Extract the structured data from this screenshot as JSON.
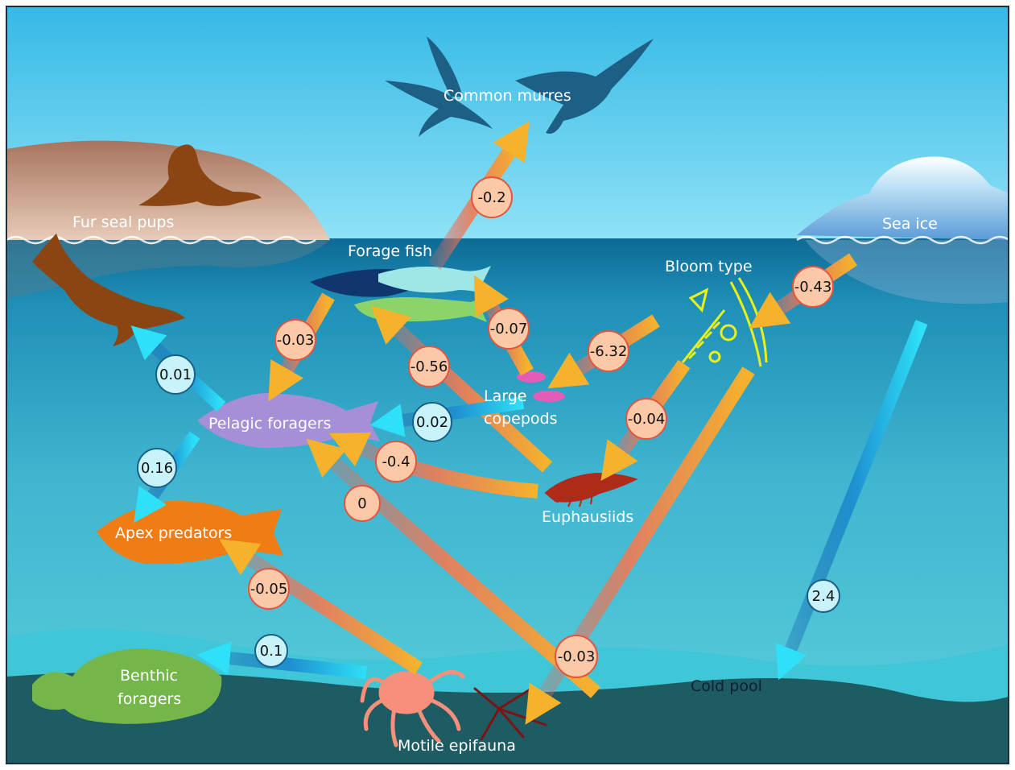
{
  "nodes": {
    "common_murres": "Common murres",
    "fur_seal_pups": "Fur seal pups",
    "sea_ice": "Sea ice",
    "forage_fish": "Forage fish",
    "bloom_type": "Bloom type",
    "large_copepods_line1": "Large",
    "large_copepods_line2": "copepods",
    "pelagic_foragers": "Pelagic foragers",
    "euphausiids": "Euphausiids",
    "apex_predators": "Apex predators",
    "benthic_foragers_line1": "Benthic",
    "benthic_foragers_line2": "foragers",
    "cold_pool": "Cold pool",
    "motile_epifauna": "Motile epifauna"
  },
  "links": [
    {
      "id": "forage-fish-to-common-murres",
      "value": "-0.2",
      "sign": "negative"
    },
    {
      "id": "sea-ice-to-bloom-type",
      "value": "-0.43",
      "sign": "negative"
    },
    {
      "id": "forage-fish-to-pelagic-foragers",
      "value": "-0.03",
      "sign": "negative"
    },
    {
      "id": "large-copepods-to-forage-fish",
      "value": "-0.07",
      "sign": "negative"
    },
    {
      "id": "bloom-type-to-large-copepods",
      "value": "-6.32",
      "sign": "negative"
    },
    {
      "id": "euphausiids-to-forage-fish",
      "value": "-0.56",
      "sign": "negative"
    },
    {
      "id": "pelagic-foragers-to-fur-seal-pups",
      "value": "0.01",
      "sign": "positive"
    },
    {
      "id": "large-copepods-to-pelagic-foragers",
      "value": "0.02",
      "sign": "positive"
    },
    {
      "id": "bloom-type-to-euphausiids",
      "value": "-0.04",
      "sign": "negative"
    },
    {
      "id": "euphausiids-to-pelagic-foragers",
      "value": "-0.4",
      "sign": "negative"
    },
    {
      "id": "pelagic-foragers-to-apex-predators",
      "value": "0.16",
      "sign": "positive"
    },
    {
      "id": "motile-epifauna-to-pelagic-foragers",
      "value": "0",
      "sign": "negative"
    },
    {
      "id": "motile-epifauna-to-apex-predators",
      "value": "-0.05",
      "sign": "negative"
    },
    {
      "id": "motile-epifauna-to-benthic-foragers",
      "value": "0.1",
      "sign": "positive"
    },
    {
      "id": "bloom-type-to-motile-epifauna",
      "value": "-0.03",
      "sign": "negative"
    },
    {
      "id": "sea-ice-to-cold-pool",
      "value": "2.4",
      "sign": "positive"
    }
  ],
  "colors": {
    "sky": "#5fcdf0",
    "sea_surface": "#0f6f9a",
    "water": "#3fb6d3",
    "seafloor": "#1f5b63",
    "negative_arrow": "#f7b22b",
    "negative_circle": "#fbc8a8",
    "positive_arrow": "#2ecff0",
    "positive_circle": "#c8f3fb"
  }
}
